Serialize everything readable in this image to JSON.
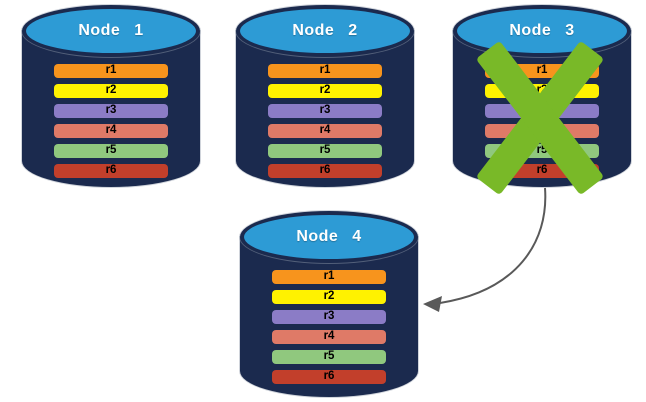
{
  "nodes": [
    {
      "label": "Node 1",
      "status": "active",
      "replicas": [
        "r1",
        "r2",
        "r3",
        "r4",
        "r5",
        "r6"
      ]
    },
    {
      "label": "Node 2",
      "status": "active",
      "replicas": [
        "r1",
        "r2",
        "r3",
        "r4",
        "r5",
        "r6"
      ]
    },
    {
      "label": "Node 3",
      "status": "failed",
      "replicas": [
        "r1",
        "r2",
        "r3",
        "r4",
        "r5",
        "r6"
      ]
    },
    {
      "label": "Node 4",
      "status": "active",
      "replicas": [
        "r1",
        "r2",
        "r3",
        "r4",
        "r5",
        "r6"
      ]
    }
  ],
  "colors": {
    "cylinder_body": "#1b2a4e",
    "cylinder_top": "#2d9bd5",
    "replica_colors": [
      "#f7941d",
      "#fff200",
      "#8b7cc6",
      "#df7a67",
      "#90c87e",
      "#c23f2b"
    ],
    "fail_x": "#79b928",
    "arrow": "#595959"
  },
  "icons": {
    "failure_mark": "x-cross",
    "failover_arrow": "curved-arrow-left"
  }
}
